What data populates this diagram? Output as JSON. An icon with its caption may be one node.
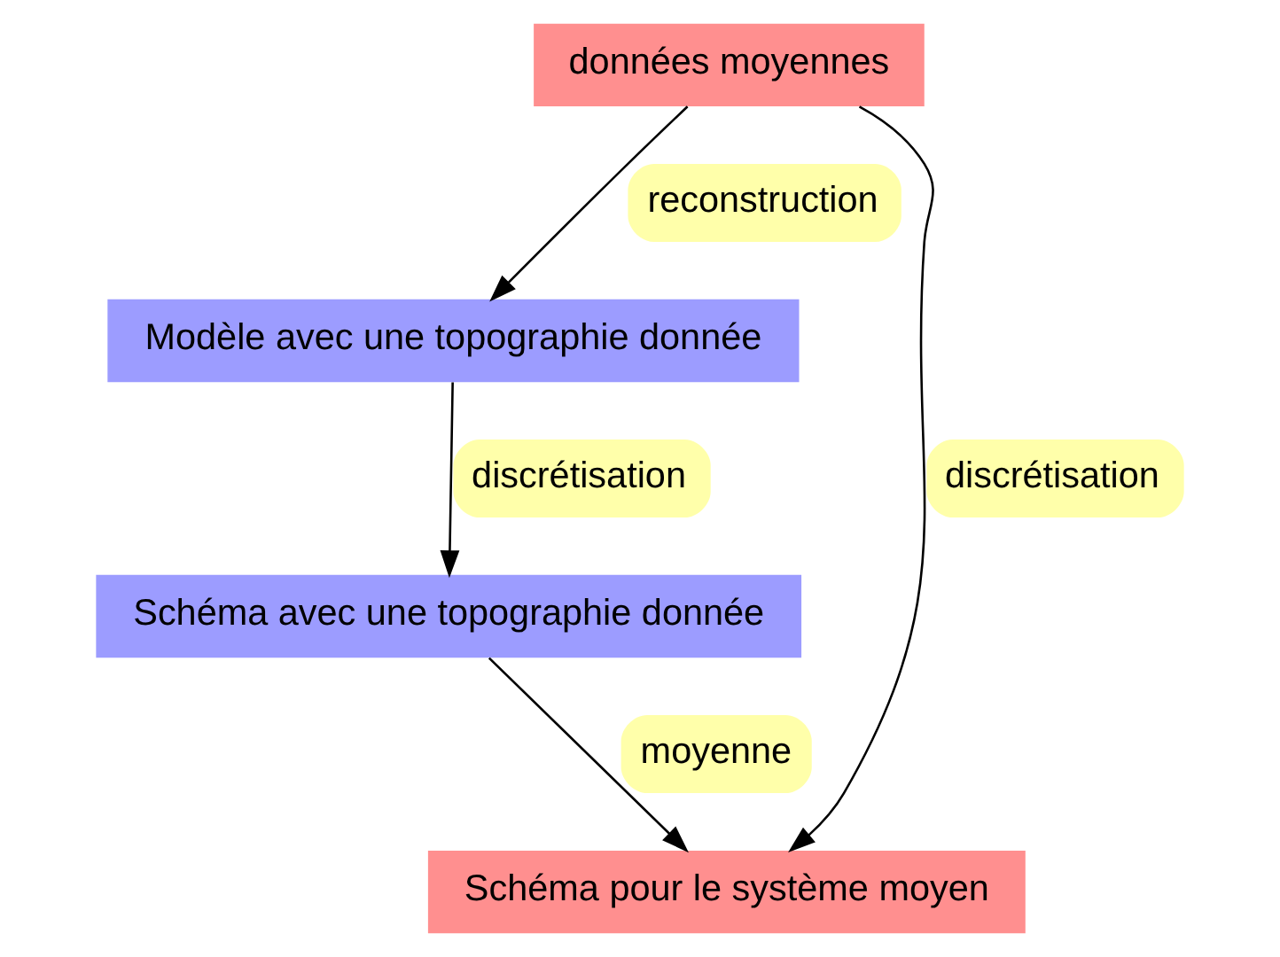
{
  "diagram": {
    "nodes": [
      {
        "text": [
          "données moyennes"
        ]
      },
      {
        "text": [
          "Modèle avec une topographie donnée"
        ]
      },
      {
        "text": [
          "Schéma avec une topographie donnée"
        ]
      },
      {
        "text": [
          "Schéma pour le système moyen"
        ]
      }
    ],
    "edges": [
      {
        "from": 0,
        "to": 1,
        "arrow": "to",
        "label": "reconstruction"
      },
      {
        "from": 1,
        "to": 2,
        "arrow": "to",
        "label": "discrétisation"
      },
      {
        "from": 0,
        "to": 3,
        "arrow": "to",
        "label": "discrétisation"
      },
      {
        "from": 2,
        "to": 3,
        "arrow": "to",
        "label": "moyenne"
      }
    ]
  }
}
